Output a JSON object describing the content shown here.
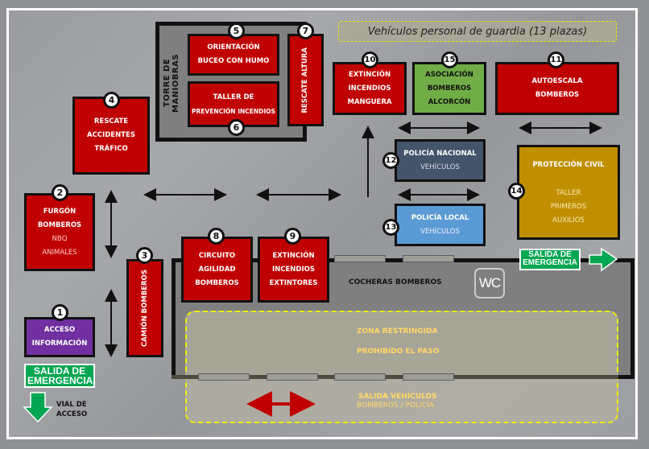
{
  "banner": {
    "label": "Vehículos personal de guardia (13 plazas)"
  },
  "tower": {
    "label": "TORRE DE MANIOBRAS"
  },
  "garage": {
    "label": "COCHERAS BOMBEROS",
    "wc_label": "WC"
  },
  "restricted_zone": {
    "line1": "ZONA RESTRINGIDA",
    "line2": "PROHIBIDO EL PASO",
    "exit_line1": "SALIDA VEHÍCULOS",
    "exit_line2": "BOMBEROS / POLICÍA"
  },
  "emergency_exit": {
    "line1": "SALIDA DE",
    "line2": "EMERGENCIA"
  },
  "access_road": {
    "line1": "VIAL DE",
    "line2": "ACCESO"
  },
  "stations": [
    {
      "num": "1",
      "lines": [
        "ACCESO",
        "INFORMACIÓN"
      ],
      "color": "#7030a0"
    },
    {
      "num": "2",
      "lines": [
        "FURGÓN",
        "BOMBEROS"
      ],
      "sub": [
        "NBQ",
        "ANIMALES"
      ],
      "color": "#c00000"
    },
    {
      "num": "3",
      "lines": [
        "CAMIÓN BOMBEROS"
      ],
      "color": "#c00000"
    },
    {
      "num": "4",
      "lines": [
        "RESCATE",
        "ACCIDENTES",
        "TRÁFICO"
      ],
      "color": "#c00000"
    },
    {
      "num": "5",
      "lines": [
        "ORIENTACIÓN",
        "BUCEO CON HUMO"
      ],
      "color": "#c00000"
    },
    {
      "num": "6",
      "lines": [
        "TALLER DE",
        "PREVENCIÓN INCENDIOS"
      ],
      "color": "#c00000"
    },
    {
      "num": "7",
      "lines": [
        "RESCATE ALTURA"
      ],
      "color": "#c00000"
    },
    {
      "num": "8",
      "lines": [
        "CIRCUITO",
        "AGILIDAD",
        "BOMBEROS"
      ],
      "color": "#c00000"
    },
    {
      "num": "9",
      "lines": [
        "EXTINCIÓN",
        "INCENDIOS",
        "EXTINTORES"
      ],
      "color": "#c00000"
    },
    {
      "num": "10",
      "lines": [
        "EXTINCIÓN",
        "INCENDIOS",
        "MANGUERA"
      ],
      "color": "#c00000"
    },
    {
      "num": "11",
      "lines": [
        "AUTOESCALA",
        "BOMBEROS"
      ],
      "color": "#c00000"
    },
    {
      "num": "12",
      "lines": [
        "POLICÍA NACIONAL"
      ],
      "sub": [
        "VEHÍCULOS"
      ],
      "color": "#44546a"
    },
    {
      "num": "13",
      "lines": [
        "POLICÍA LOCAL"
      ],
      "sub": [
        "VEHÍCULOS"
      ],
      "color": "#5b9bd5"
    },
    {
      "num": "14",
      "lines": [
        "PROTECCIÓN CIVIL"
      ],
      "sub": [
        "TALLER",
        "PRIMEROS",
        "AUXILIOS"
      ],
      "color": "#bf8f00"
    },
    {
      "num": "15",
      "lines": [
        "ASOCIACIÓN",
        "BOMBEROS",
        "ALCORCÓN"
      ],
      "color": "#70ad47"
    }
  ]
}
